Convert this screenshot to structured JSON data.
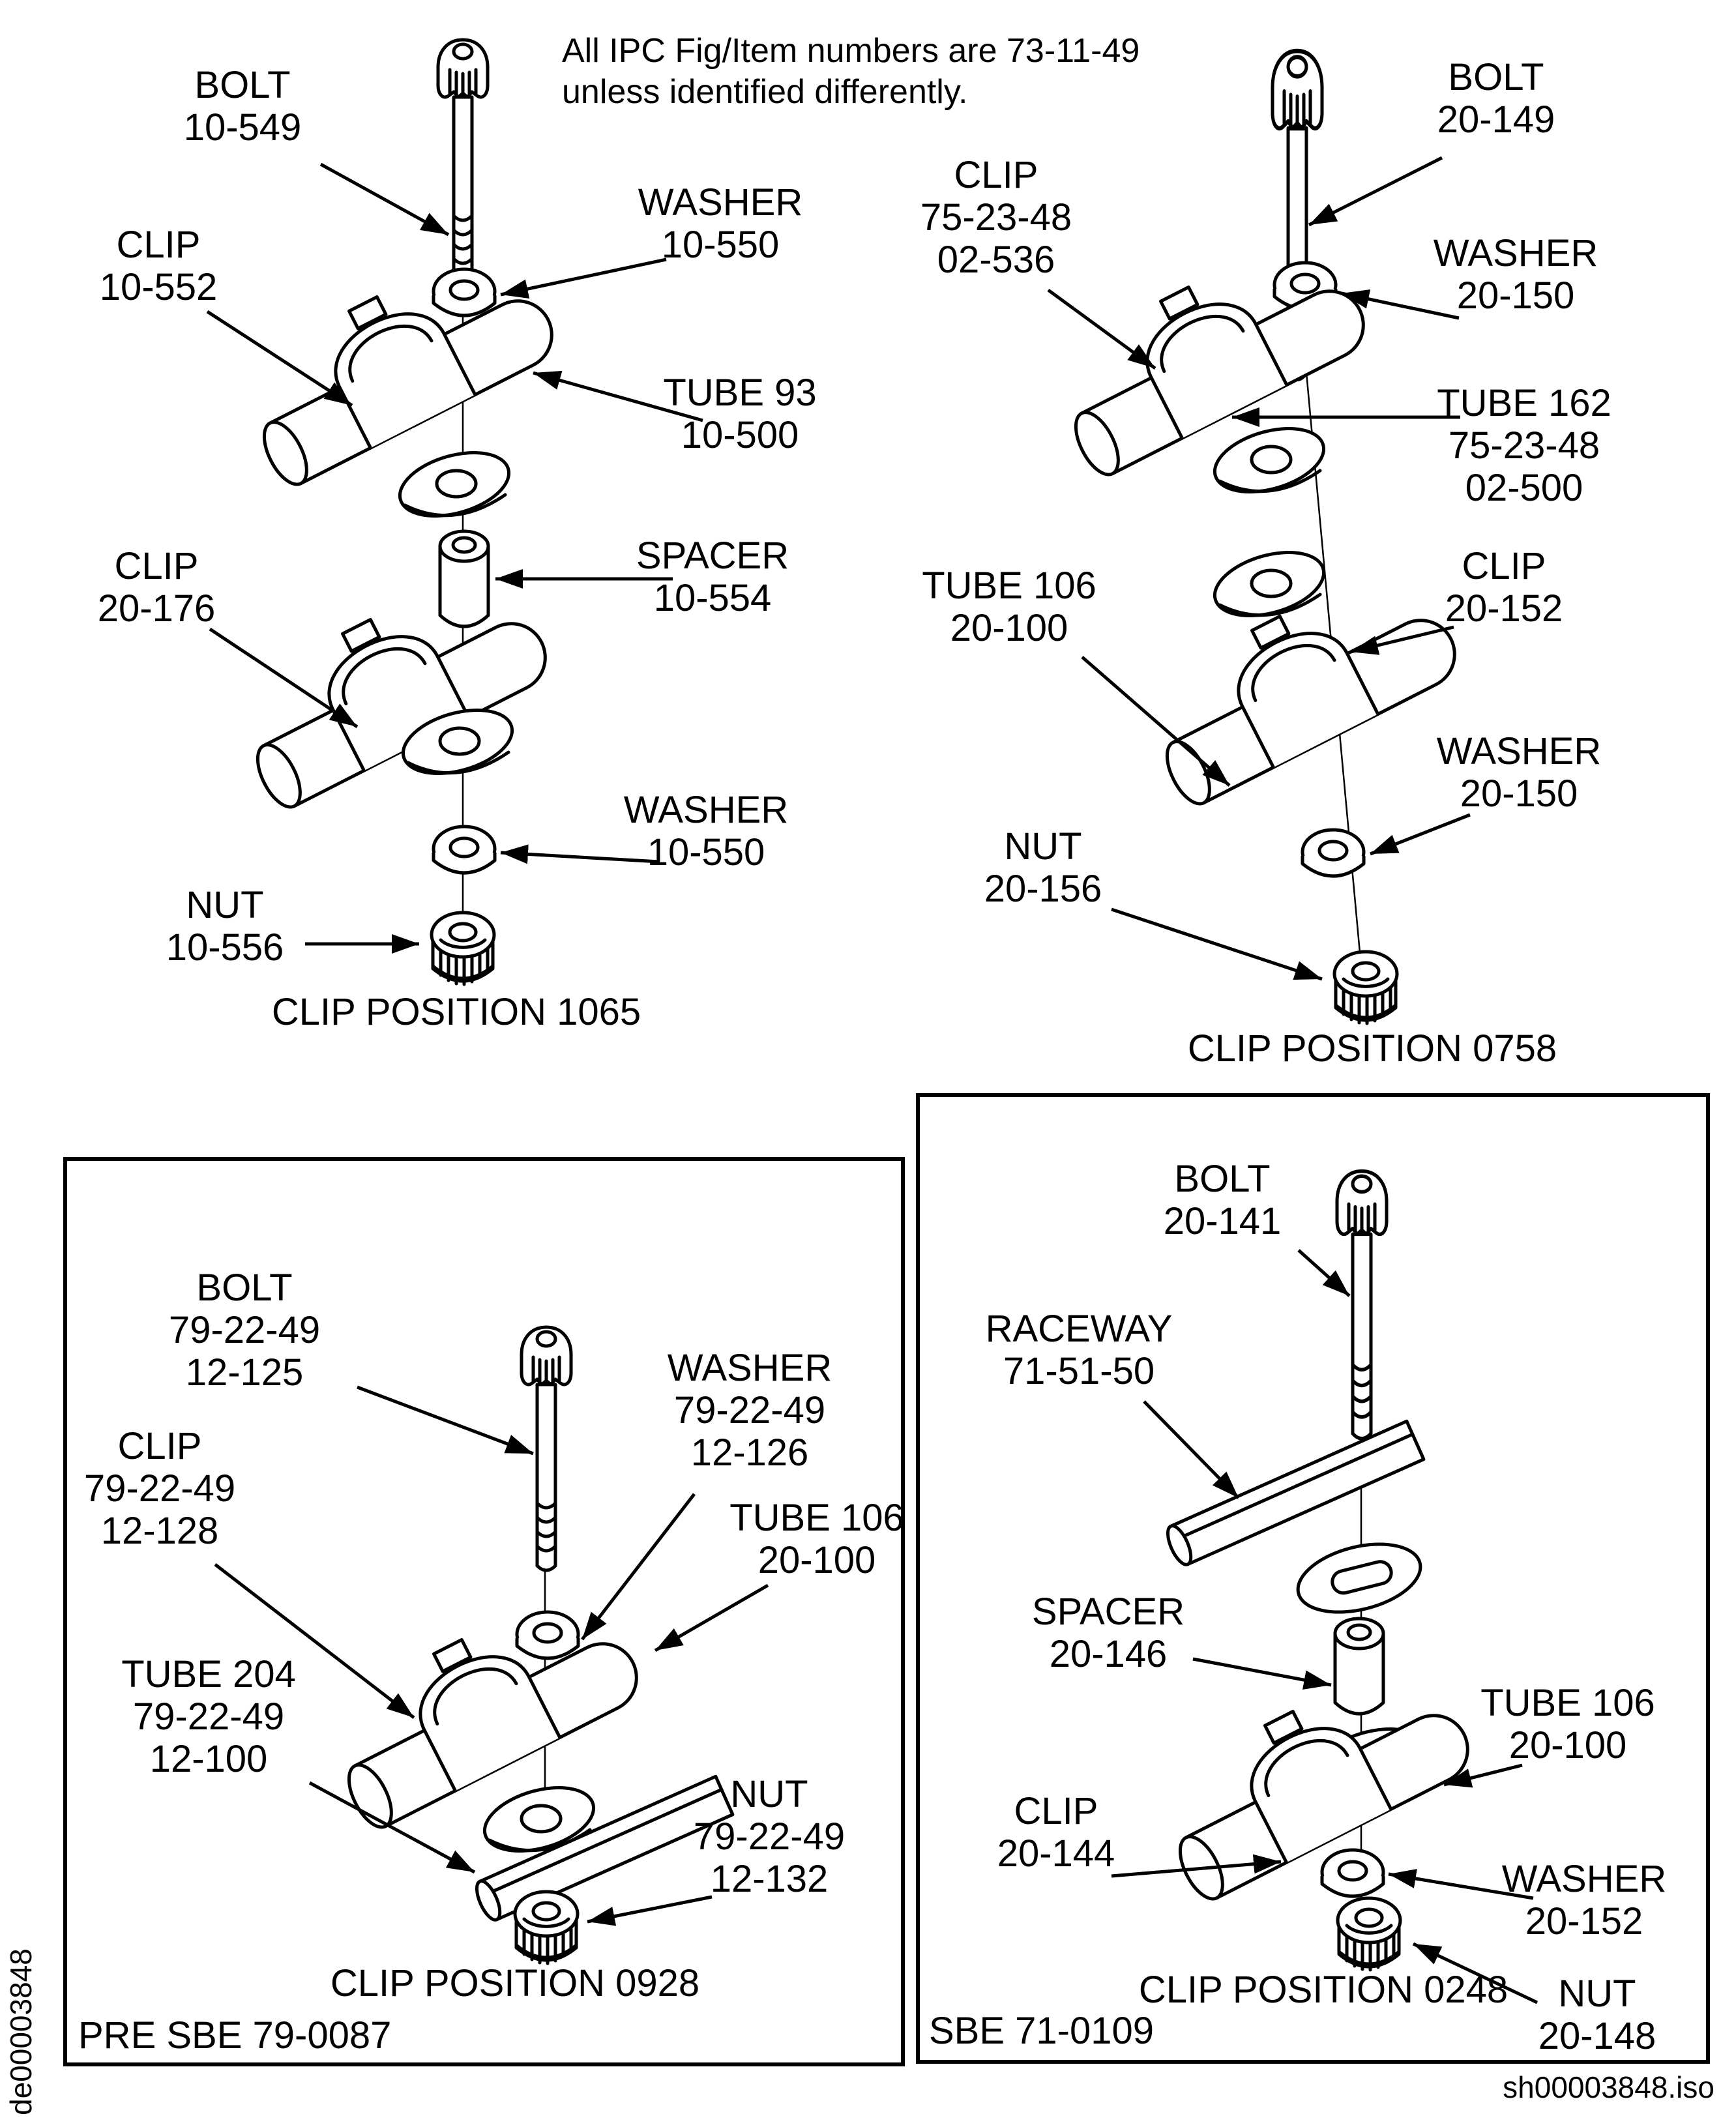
{
  "colors": {
    "ink": "#000000",
    "background": "#ffffff"
  },
  "note": {
    "line1": "All IPC Fig/Item numbers are 73-11-49",
    "line2": "unless identified differently."
  },
  "footer": {
    "left_code": "de00003848",
    "right_code": "sh00003848.iso"
  },
  "panels": [
    {
      "caption": "CLIP POSITION 1065",
      "labels": [
        {
          "lines": [
            "BOLT",
            "10-549"
          ]
        },
        {
          "lines": [
            "WASHER",
            "10-550"
          ]
        },
        {
          "lines": [
            "CLIP",
            "10-552"
          ]
        },
        {
          "lines": [
            "TUBE 93",
            "10-500"
          ]
        },
        {
          "lines": [
            "CLIP",
            "20-176"
          ]
        },
        {
          "lines": [
            "SPACER",
            "10-554"
          ]
        },
        {
          "lines": [
            "WASHER",
            "10-550"
          ]
        },
        {
          "lines": [
            "NUT",
            "10-556"
          ]
        }
      ]
    },
    {
      "caption": "CLIP POSITION 0758",
      "labels": [
        {
          "lines": [
            "BOLT",
            "20-149"
          ]
        },
        {
          "lines": [
            "WASHER",
            "20-150"
          ]
        },
        {
          "lines": [
            "CLIP",
            "75-23-48",
            "02-536"
          ]
        },
        {
          "lines": [
            "TUBE 162",
            "75-23-48",
            "02-500"
          ]
        },
        {
          "lines": [
            "CLIP",
            "20-152"
          ]
        },
        {
          "lines": [
            "TUBE 106",
            "20-100"
          ]
        },
        {
          "lines": [
            "WASHER",
            "20-150"
          ]
        },
        {
          "lines": [
            "NUT",
            "20-156"
          ]
        }
      ]
    },
    {
      "caption": "CLIP POSITION 0928",
      "footnote": "PRE SBE 79-0087",
      "labels": [
        {
          "lines": [
            "BOLT",
            "79-22-49",
            "12-125"
          ]
        },
        {
          "lines": [
            "WASHER",
            "79-22-49",
            "12-126"
          ]
        },
        {
          "lines": [
            "CLIP",
            "79-22-49",
            "12-128"
          ]
        },
        {
          "lines": [
            "TUBE 106",
            "20-100"
          ]
        },
        {
          "lines": [
            "TUBE 204",
            "79-22-49",
            "12-100"
          ]
        },
        {
          "lines": [
            "NUT",
            "79-22-49",
            "12-132"
          ]
        }
      ]
    },
    {
      "caption": "CLIP POSITION 0248",
      "footnote": "SBE 71-0109",
      "labels": [
        {
          "lines": [
            "BOLT",
            "20-141"
          ]
        },
        {
          "lines": [
            "RACEWAY",
            "71-51-50"
          ]
        },
        {
          "lines": [
            "SPACER",
            "20-146"
          ]
        },
        {
          "lines": [
            "TUBE 106",
            "20-100"
          ]
        },
        {
          "lines": [
            "CLIP",
            "20-144"
          ]
        },
        {
          "lines": [
            "WASHER",
            "20-152"
          ]
        },
        {
          "lines": [
            "NUT",
            "20-148"
          ]
        }
      ]
    }
  ]
}
